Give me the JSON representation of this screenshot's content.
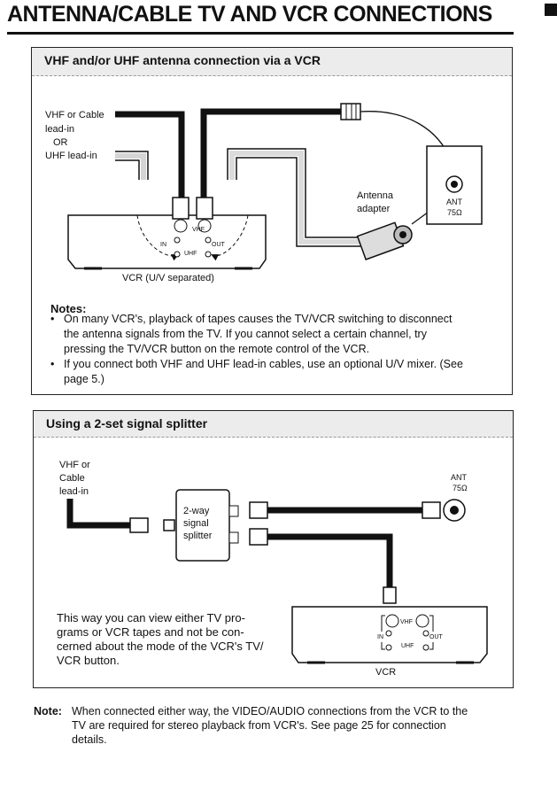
{
  "page": {
    "title": "ANTENNA/CABLE TV AND VCR CONNECTIONS"
  },
  "section1": {
    "heading": "VHF and/or UHF antenna connection via a VCR",
    "labels": {
      "vhf_cable_1": "VHF or Cable",
      "vhf_cable_2": "lead-in",
      "or": "OR",
      "uhf_leadin": "UHF lead-in",
      "antenna_adapter_1": "Antenna",
      "antenna_adapter_2": "adapter",
      "ant": "ANT",
      "ohms": "75Ω",
      "vcr_caption": "VCR (U/V separated)",
      "vhf": "VHF",
      "uhf": "UHF",
      "in": "IN",
      "out": "OUT"
    },
    "notes_heading": "Notes:",
    "notes": [
      {
        "line1": "On many VCR's, playback of tapes causes the TV/VCR switching to disconnect",
        "line2": "the antenna signals from the TV. If you cannot select a certain channel, try",
        "line3": "pressing the TV/VCR button on the remote control of the VCR."
      },
      {
        "line1": "If you connect both VHF and UHF lead-in cables, use an optional U/V mixer. (See",
        "line2": "page 5.)"
      }
    ]
  },
  "section2": {
    "heading": "Using a 2-set signal splitter",
    "labels": {
      "vhf_1": "VHF or",
      "vhf_2": "Cable",
      "vhf_3": "lead-in",
      "splitter_1": "2-way",
      "splitter_2": "signal",
      "splitter_3": "splitter",
      "ant": "ANT",
      "ohms": "75Ω",
      "vcr": "VCR",
      "vhf": "VHF",
      "uhf": "UHF",
      "in": "IN",
      "out": "OUT"
    },
    "paragraph": {
      "line1": "This way you can view either TV pro-",
      "line2": "grams or VCR tapes and not be con-",
      "line3": "cerned about the mode of the VCR's TV/",
      "line4": "VCR button."
    }
  },
  "footer": {
    "label": "Note:",
    "line1": "When connected either way, the VIDEO/AUDIO connections from the VCR to the",
    "line2": "TV are required for stereo playback from VCR's. See page 25 for connection",
    "line3": "details."
  }
}
